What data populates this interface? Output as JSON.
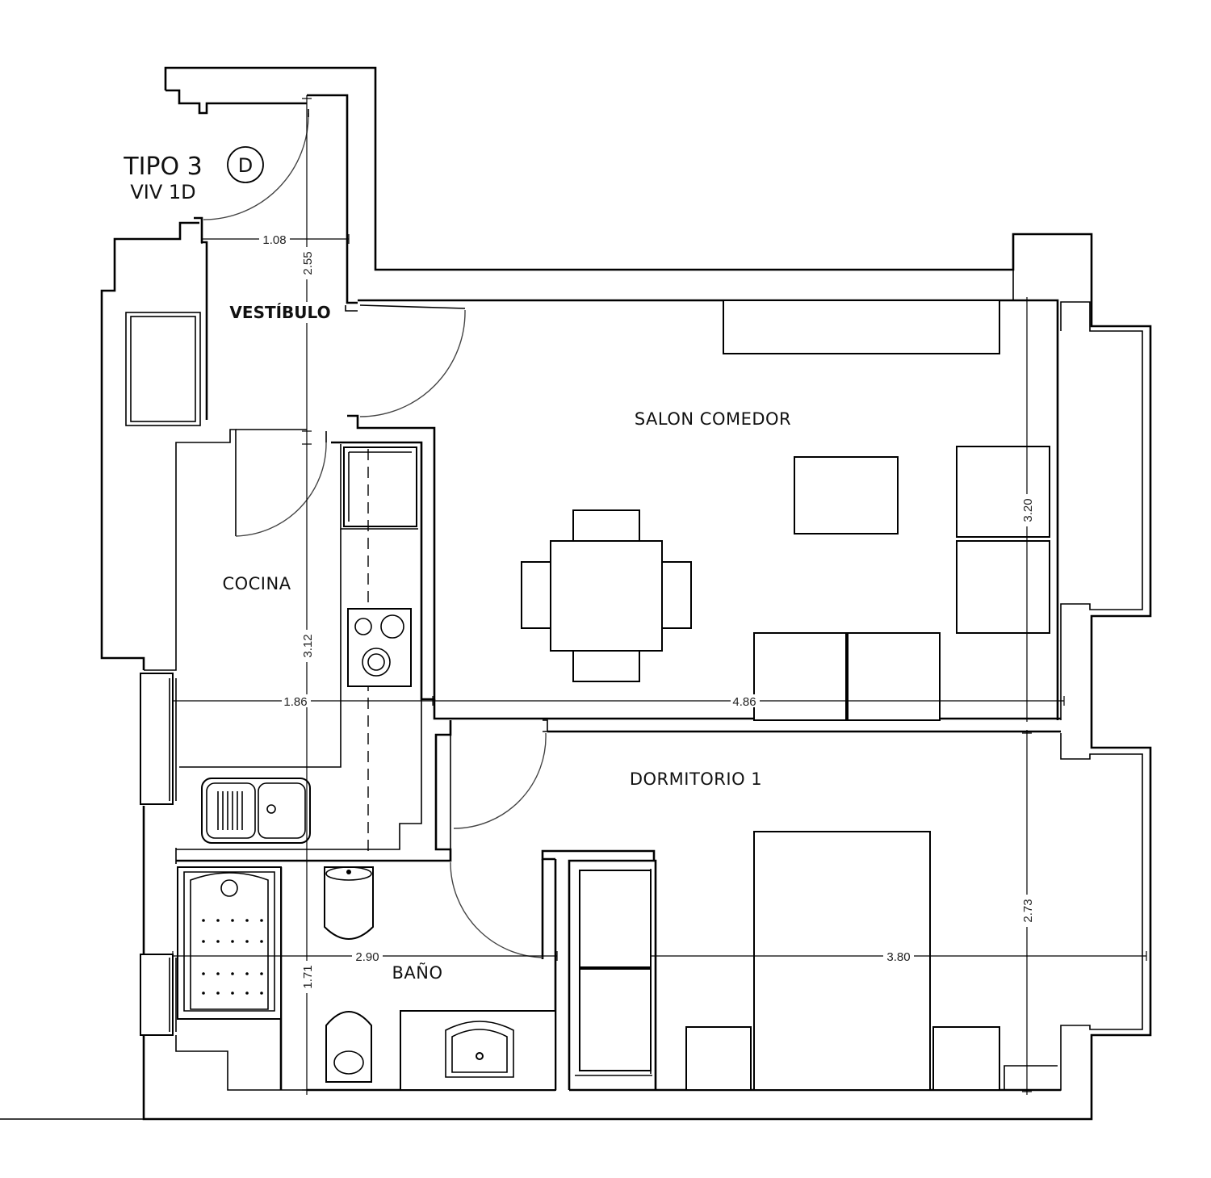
{
  "title": {
    "tipo": "TIPO 3",
    "letter": "D",
    "unit": "VIV 1D"
  },
  "rooms": {
    "vestibulo": "VESTÍBULO",
    "salon": "SALON COMEDOR",
    "cocina": "COCINA",
    "dormitorio": "DORMITORIO 1",
    "bano": "BAÑO"
  },
  "dimensions": {
    "vest_width": "1.08",
    "vest_height": "2.55",
    "salon_height": "3.20",
    "cocina_height": "3.12",
    "cocina_width": "1.86",
    "salon_width": "4.86",
    "dorm_height": "2.73",
    "bano_width": "2.90",
    "dorm_width": "3.80",
    "bano_height": "1.71"
  }
}
